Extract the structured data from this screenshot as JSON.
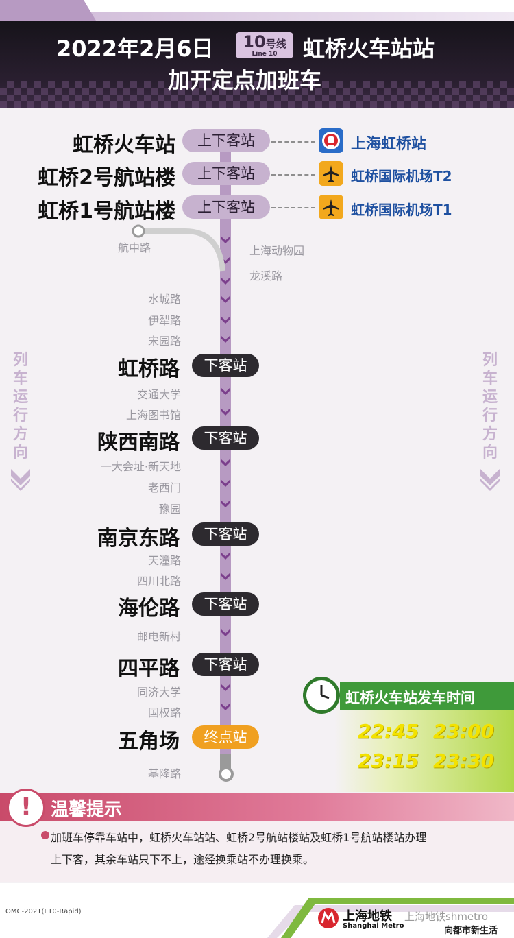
{
  "header": {
    "date": "2022年2月6日",
    "line_num": "10",
    "line_suffix": "号线",
    "line_en": "Line 10",
    "station": "虹桥火车站站",
    "subtitle": "加开定点加班车"
  },
  "stops": [
    {
      "name": "虹桥火车站",
      "service": "上下客站"
    },
    {
      "name": "虹桥2号航站楼",
      "service": "上下客站"
    },
    {
      "name": "虹桥1号航站楼",
      "service": "上下客站"
    },
    {
      "name": "虹桥路",
      "service": "下客站"
    },
    {
      "name": "陕西南路",
      "service": "下客站"
    },
    {
      "name": "南京东路",
      "service": "下客站"
    },
    {
      "name": "海伦路",
      "service": "下客站"
    },
    {
      "name": "四平路",
      "service": "下客站"
    },
    {
      "name": "五角场",
      "service": "终点站"
    }
  ],
  "connections": [
    {
      "name": "上海虹桥站",
      "icon": "railway-icon"
    },
    {
      "name": "虹桥国际机场T2",
      "icon": "airplane-icon"
    },
    {
      "name": "虹桥国际机场T1",
      "icon": "airplane-icon"
    }
  ],
  "skipped": {
    "branch": "航中路",
    "right": [
      "上海动物园",
      "龙溪路"
    ],
    "left1": [
      "水城路",
      "伊犁路",
      "宋园路"
    ],
    "left2": [
      "交通大学",
      "上海图书馆"
    ],
    "left3": [
      "一大会址·新天地",
      "老西门",
      "豫园"
    ],
    "left4": [
      "天潼路",
      "四川北路"
    ],
    "left5": [
      "邮电新村"
    ],
    "left6": [
      "同济大学",
      "国权路"
    ],
    "after": "基隆路"
  },
  "direction": {
    "text_chars": [
      "列",
      "车",
      "运",
      "行",
      "方",
      "向"
    ]
  },
  "departures": {
    "title": "虹桥火车站发车时间",
    "times": [
      "22:45",
      "23:00",
      "23:15",
      "23:30"
    ]
  },
  "tip": {
    "title": "温馨提示",
    "line1": "加班车停靠车站中，虹桥火车站站、虹桥2号航站楼站及虹桥1号航站楼站办理",
    "line2": "上下客，其余车站只下不上，途经换乘站不办理换乘。"
  },
  "footer": {
    "code": "OMC-2021(L10-Rapid)",
    "logo_cn": "上海地铁",
    "logo_en": "Shanghai Metro",
    "watermark": "上海地铁shmetro",
    "slogan": "向都市新生活"
  },
  "colors": {
    "line10": "#b79ac2",
    "dark": "#2d2a2f",
    "terminal": "#f0a020",
    "connection": "#1e50a0",
    "tip": "#c94b6a",
    "departure_header": "#3f9a3a",
    "departure_time": "#f3e200"
  }
}
